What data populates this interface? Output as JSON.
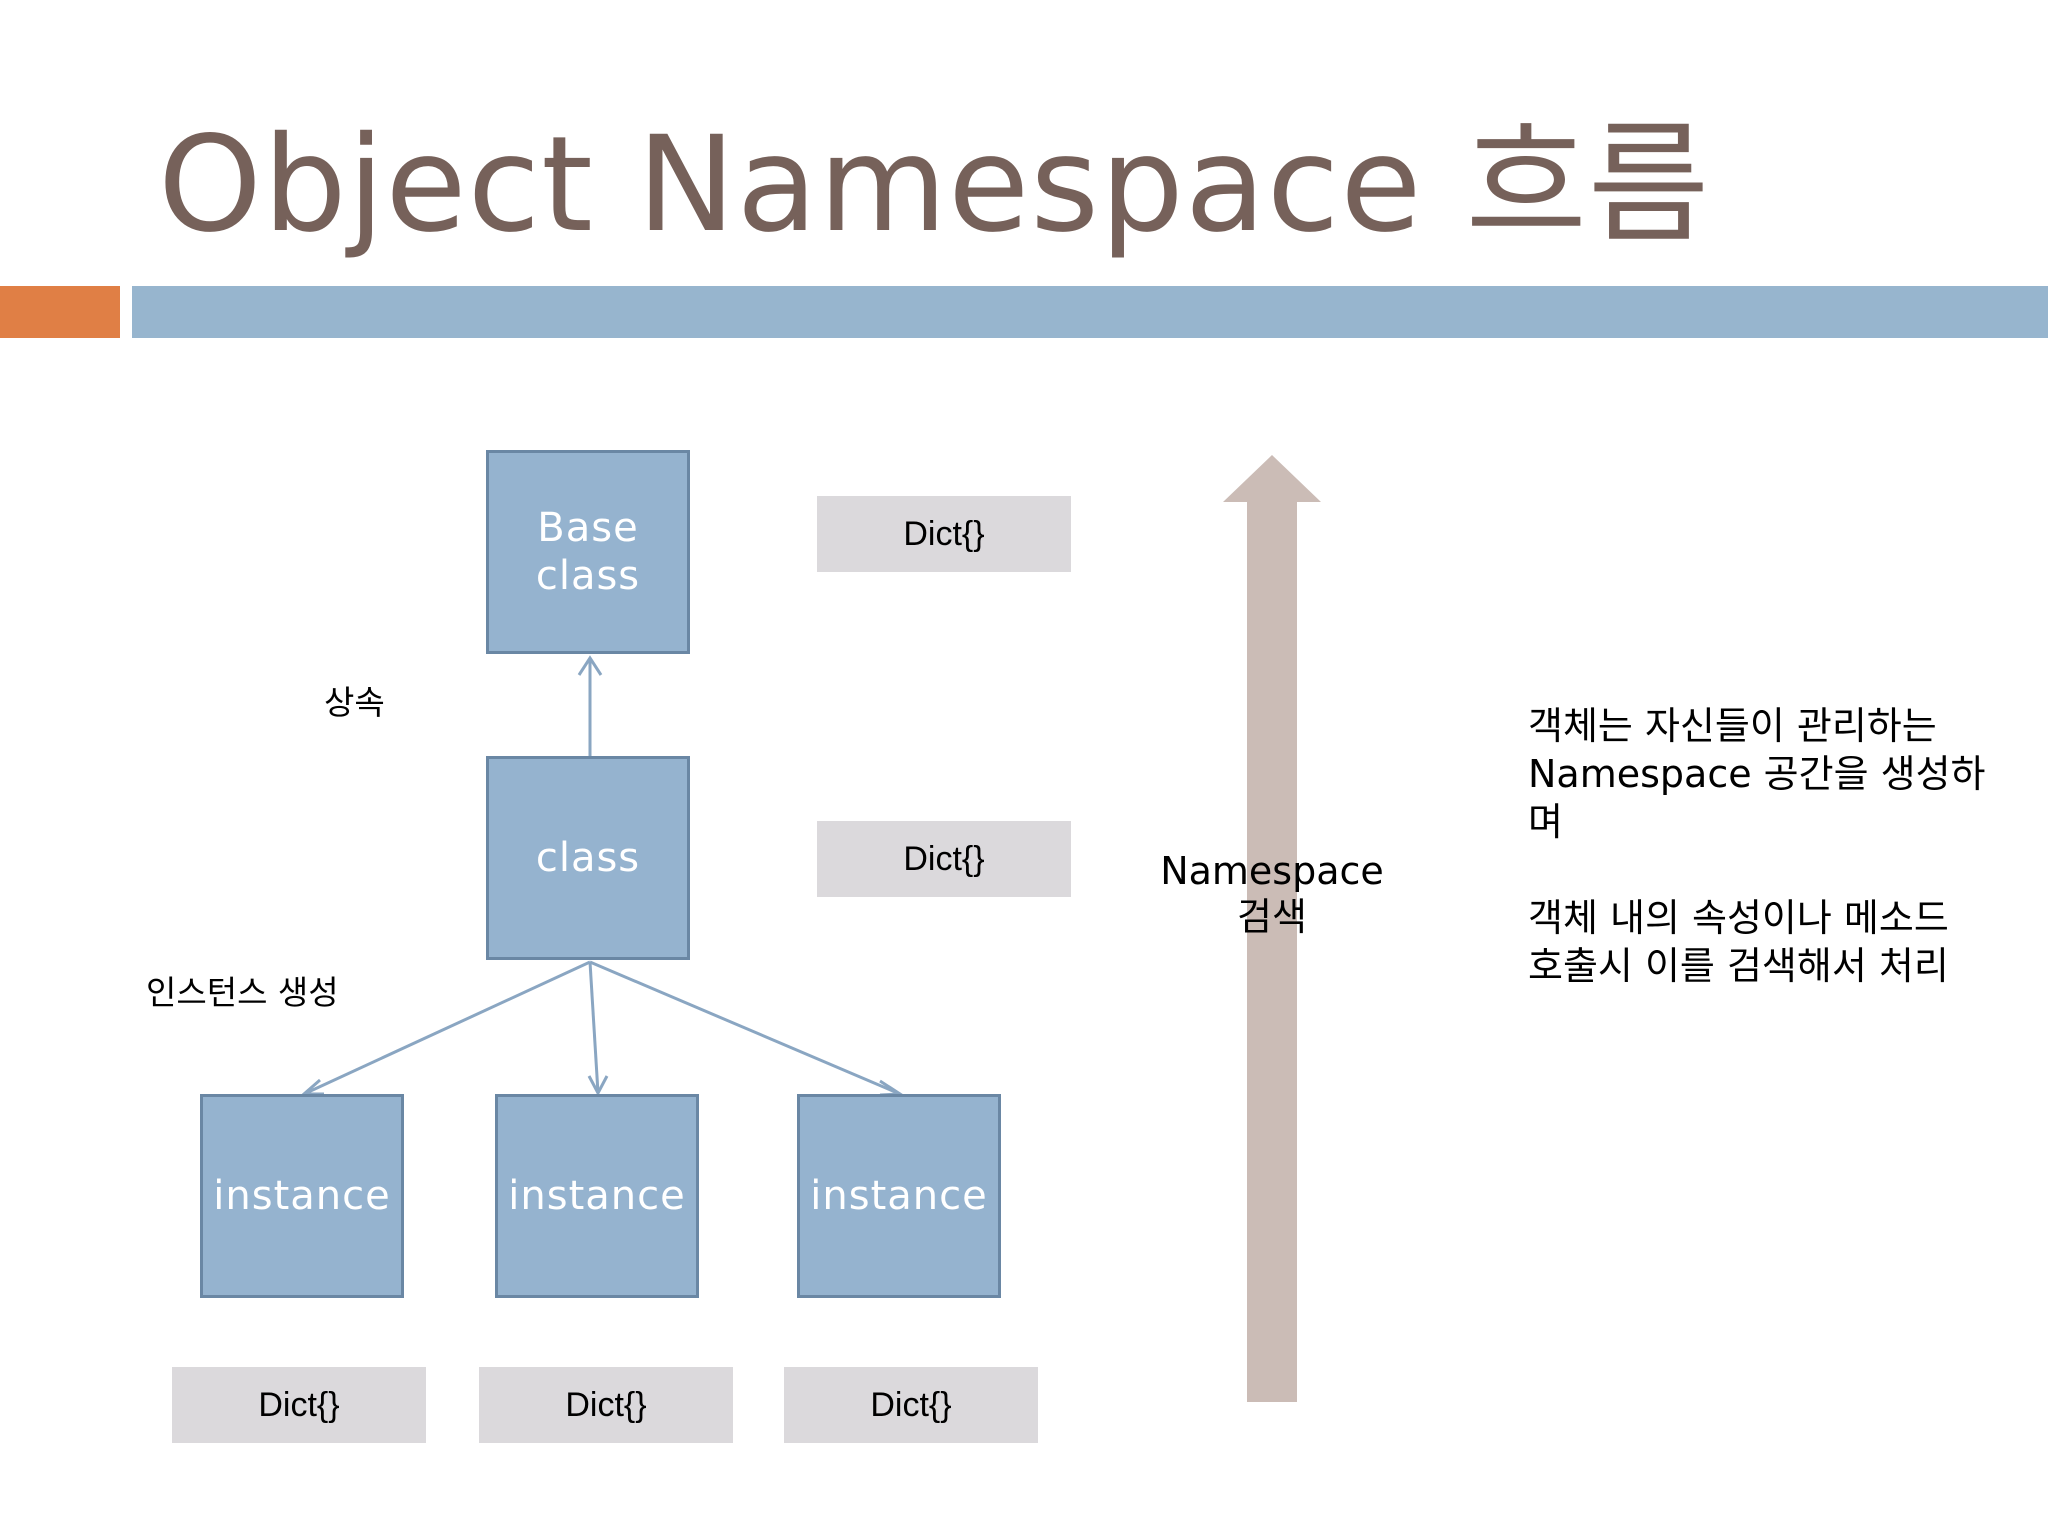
{
  "title": "Object Namespace 흐름",
  "boxes": {
    "base_class": "Base\nclass",
    "class": "class",
    "instances": [
      "instance",
      "instance",
      "instance"
    ]
  },
  "dicts": {
    "base_class": "Dict{}",
    "class": "Dict{}",
    "instances": [
      "Dict{}",
      "Dict{}",
      "Dict{}"
    ]
  },
  "labels": {
    "inheritance": "상속",
    "instance_creation": "인스턴스 생성",
    "namespace_search_line1": "Namespace",
    "namespace_search_line2": "검색"
  },
  "description": {
    "paragraph1": "객체는 자신들이 관리하는 Namespace 공간을 생성하며",
    "paragraph2": "객체 내의 속성이나 메소드 호출시 이를 검색해서 처리"
  },
  "colors": {
    "title": "#76615a",
    "accent_orange": "#e07f45",
    "accent_blue": "#97b5ce",
    "box_fill": "#95b3cf",
    "box_border": "#6a87a4",
    "dict_fill": "#dbd9dc",
    "search_arrow": "#cbbcb6"
  }
}
